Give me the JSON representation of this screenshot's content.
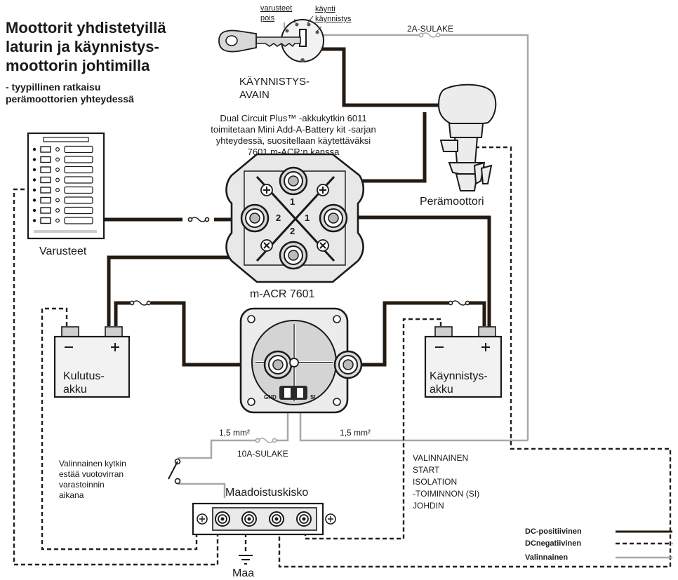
{
  "title": {
    "line1": "Moottorit yhdistetyillä",
    "line2": "laturin ja käynnistys-",
    "line3": "moottorin johtimilla"
  },
  "subtitle": {
    "line1": "- tyypillinen ratkaisu",
    "line2": "perämoottorien yhteydessä"
  },
  "key": {
    "label_line1": "KÄYNNISTYS-",
    "label_line2": "AVAIN",
    "pos_accessories_line1": "varusteet",
    "pos_accessories_line2": "pois",
    "pos_run": "käynti",
    "pos_start": "käynnistys"
  },
  "fuse_2a": "2A-SULAKE",
  "switch_note": {
    "line1": "Dual Circuit Plus™ -akkukytkin 6011",
    "line2": "toimitetaan Mini Add-A-Battery kit -sarjan",
    "line3": "yhteydessä, suositellaan käytettäväksi",
    "line4": "7601 m-ACR:n kanssa"
  },
  "switch_numbers": {
    "top": "1",
    "left": "2",
    "right": "1",
    "bottom": "2"
  },
  "accessories_label": "Varusteet",
  "outboard_label": "Perämoottori",
  "macr_label": "m-ACR 7601",
  "macr_terminals": {
    "gnd": "GND",
    "si": "SI"
  },
  "house_battery": {
    "line1": "Kulutus-",
    "line2": "akku"
  },
  "start_battery": {
    "line1": "Käynnistys-",
    "line2": "akku"
  },
  "wire_size_left": "1,5 mm²",
  "wire_size_right": "1,5 mm²",
  "fuse_10a": "10A-SULAKE",
  "optional_switch_note": {
    "line1": "Valinnainen kytkin",
    "line2": "estää vuotovirran",
    "line3": "varastoinnin",
    "line4": "aikana"
  },
  "ground_bus_label": "Maadoistuskisko",
  "ground_label": "Maa",
  "si_note": {
    "line1": "VALINNAINEN",
    "line2": "START",
    "line3": "ISOLATION",
    "line4": "-TOIMINNON (SI)",
    "line5": "JOHDIN"
  },
  "legend": {
    "items": [
      {
        "label": "DC-positiivinen",
        "style": "solid-black"
      },
      {
        "label": "DCnegatiivinen",
        "style": "dashed-black"
      },
      {
        "label": "Valinnainen",
        "style": "solid-gray"
      }
    ]
  },
  "colors": {
    "positive": "#231a12",
    "negative": "#231f20",
    "optional": "#a8a8a8",
    "ink": "#1a1a1a"
  }
}
